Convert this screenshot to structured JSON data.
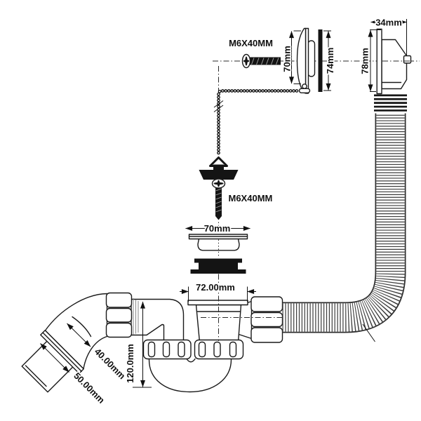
{
  "diagram": {
    "background_color": "#ffffff",
    "line_color": "#1a1a1a",
    "labels": {
      "overflow_screw": "M6X40MM",
      "plug_screw": "M6X40MM",
      "overflow_plate_height": "70mm",
      "overflow_seal_height": "74mm",
      "overflow_body_width": "34mm",
      "overflow_body_height": "78mm",
      "waste_flange_diameter": "70mm",
      "trap_inlet_width": "72.00mm",
      "trap_height": "120.0mm",
      "outlet_pipe_diameter": "40.00mm",
      "outlet_collar_diameter": "50.00mm"
    }
  }
}
